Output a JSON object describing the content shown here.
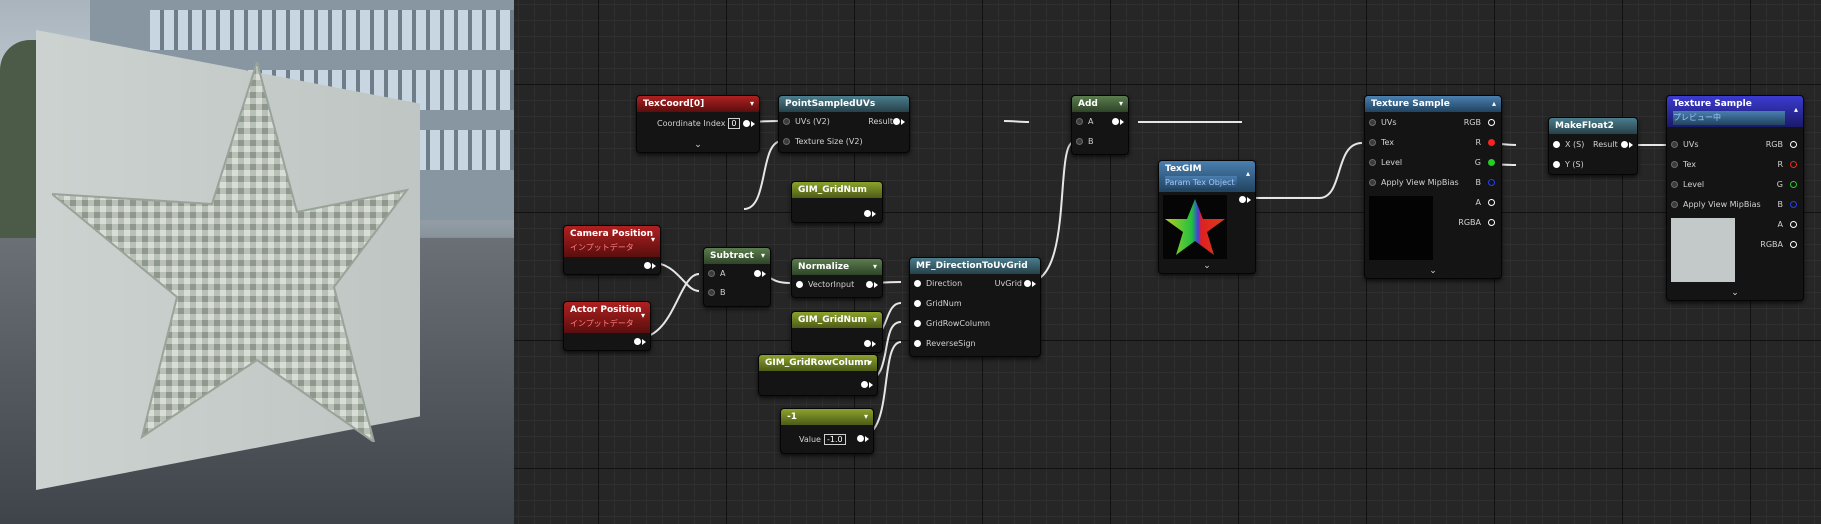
{
  "nodes": {
    "texcoord": {
      "title": "TexCoord[0]",
      "coord_label": "Coordinate Index",
      "coord_value": "0"
    },
    "pointsampled": {
      "title": "PointSampledUVs",
      "in1": "UVs (V2)",
      "in2": "Texture Size (V2)",
      "out": "Result"
    },
    "add": {
      "title": "Add",
      "a": "A",
      "b": "B"
    },
    "gimgridnum1": {
      "title": "GIM_GridNum"
    },
    "camera": {
      "title": "Camera Position",
      "subtitle": "インプットデータ"
    },
    "actor": {
      "title": "Actor Position",
      "subtitle": "インプットデータ"
    },
    "subtract": {
      "title": "Subtract",
      "a": "A",
      "b": "B"
    },
    "normalize": {
      "title": "Normalize",
      "in": "VectorInput"
    },
    "mfdir": {
      "title": "MF_DirectionToUvGrid",
      "in1": "Direction",
      "in2": "GridNum",
      "in3": "GridRowColumn",
      "in4": "ReverseSign",
      "out": "UvGrid"
    },
    "gimgridnum2": {
      "title": "GIM_GridNum"
    },
    "gimgridrow": {
      "title": "GIM_GridRowColumn"
    },
    "neg": {
      "title": "-1",
      "value_label": "Value",
      "value": "-1.0"
    },
    "texgim": {
      "title": "TexGIM",
      "subtitle": "Param Tex Object"
    },
    "texsample1": {
      "title": "Texture Sample",
      "uvs": "UVs",
      "tex": "Tex",
      "level": "Level",
      "mip": "Apply View MipBias",
      "rgb": "RGB",
      "r": "R",
      "g": "G",
      "b": "B",
      "a": "A",
      "rgba": "RGBA"
    },
    "makefloat2": {
      "title": "MakeFloat2",
      "x": "X (S)",
      "y": "Y (S)",
      "out": "Result"
    },
    "texsample2": {
      "title": "Texture Sample",
      "subtitle": "プレビュー中",
      "uvs": "UVs",
      "tex": "Tex",
      "level": "Level",
      "mip": "Apply View MipBias",
      "rgb": "RGB",
      "r": "R",
      "g": "G",
      "b": "B",
      "a": "A",
      "rgba": "RGBA"
    }
  },
  "colors": {
    "pin_r": "#ff2020",
    "pin_g": "#20d020",
    "pin_b": "#2040ff",
    "star_preview_bg": "#050505",
    "texture2_preview": "#c3c8c8"
  },
  "icons": [
    "chevron-down-icon",
    "chevron-up-icon",
    "expand-icon"
  ]
}
